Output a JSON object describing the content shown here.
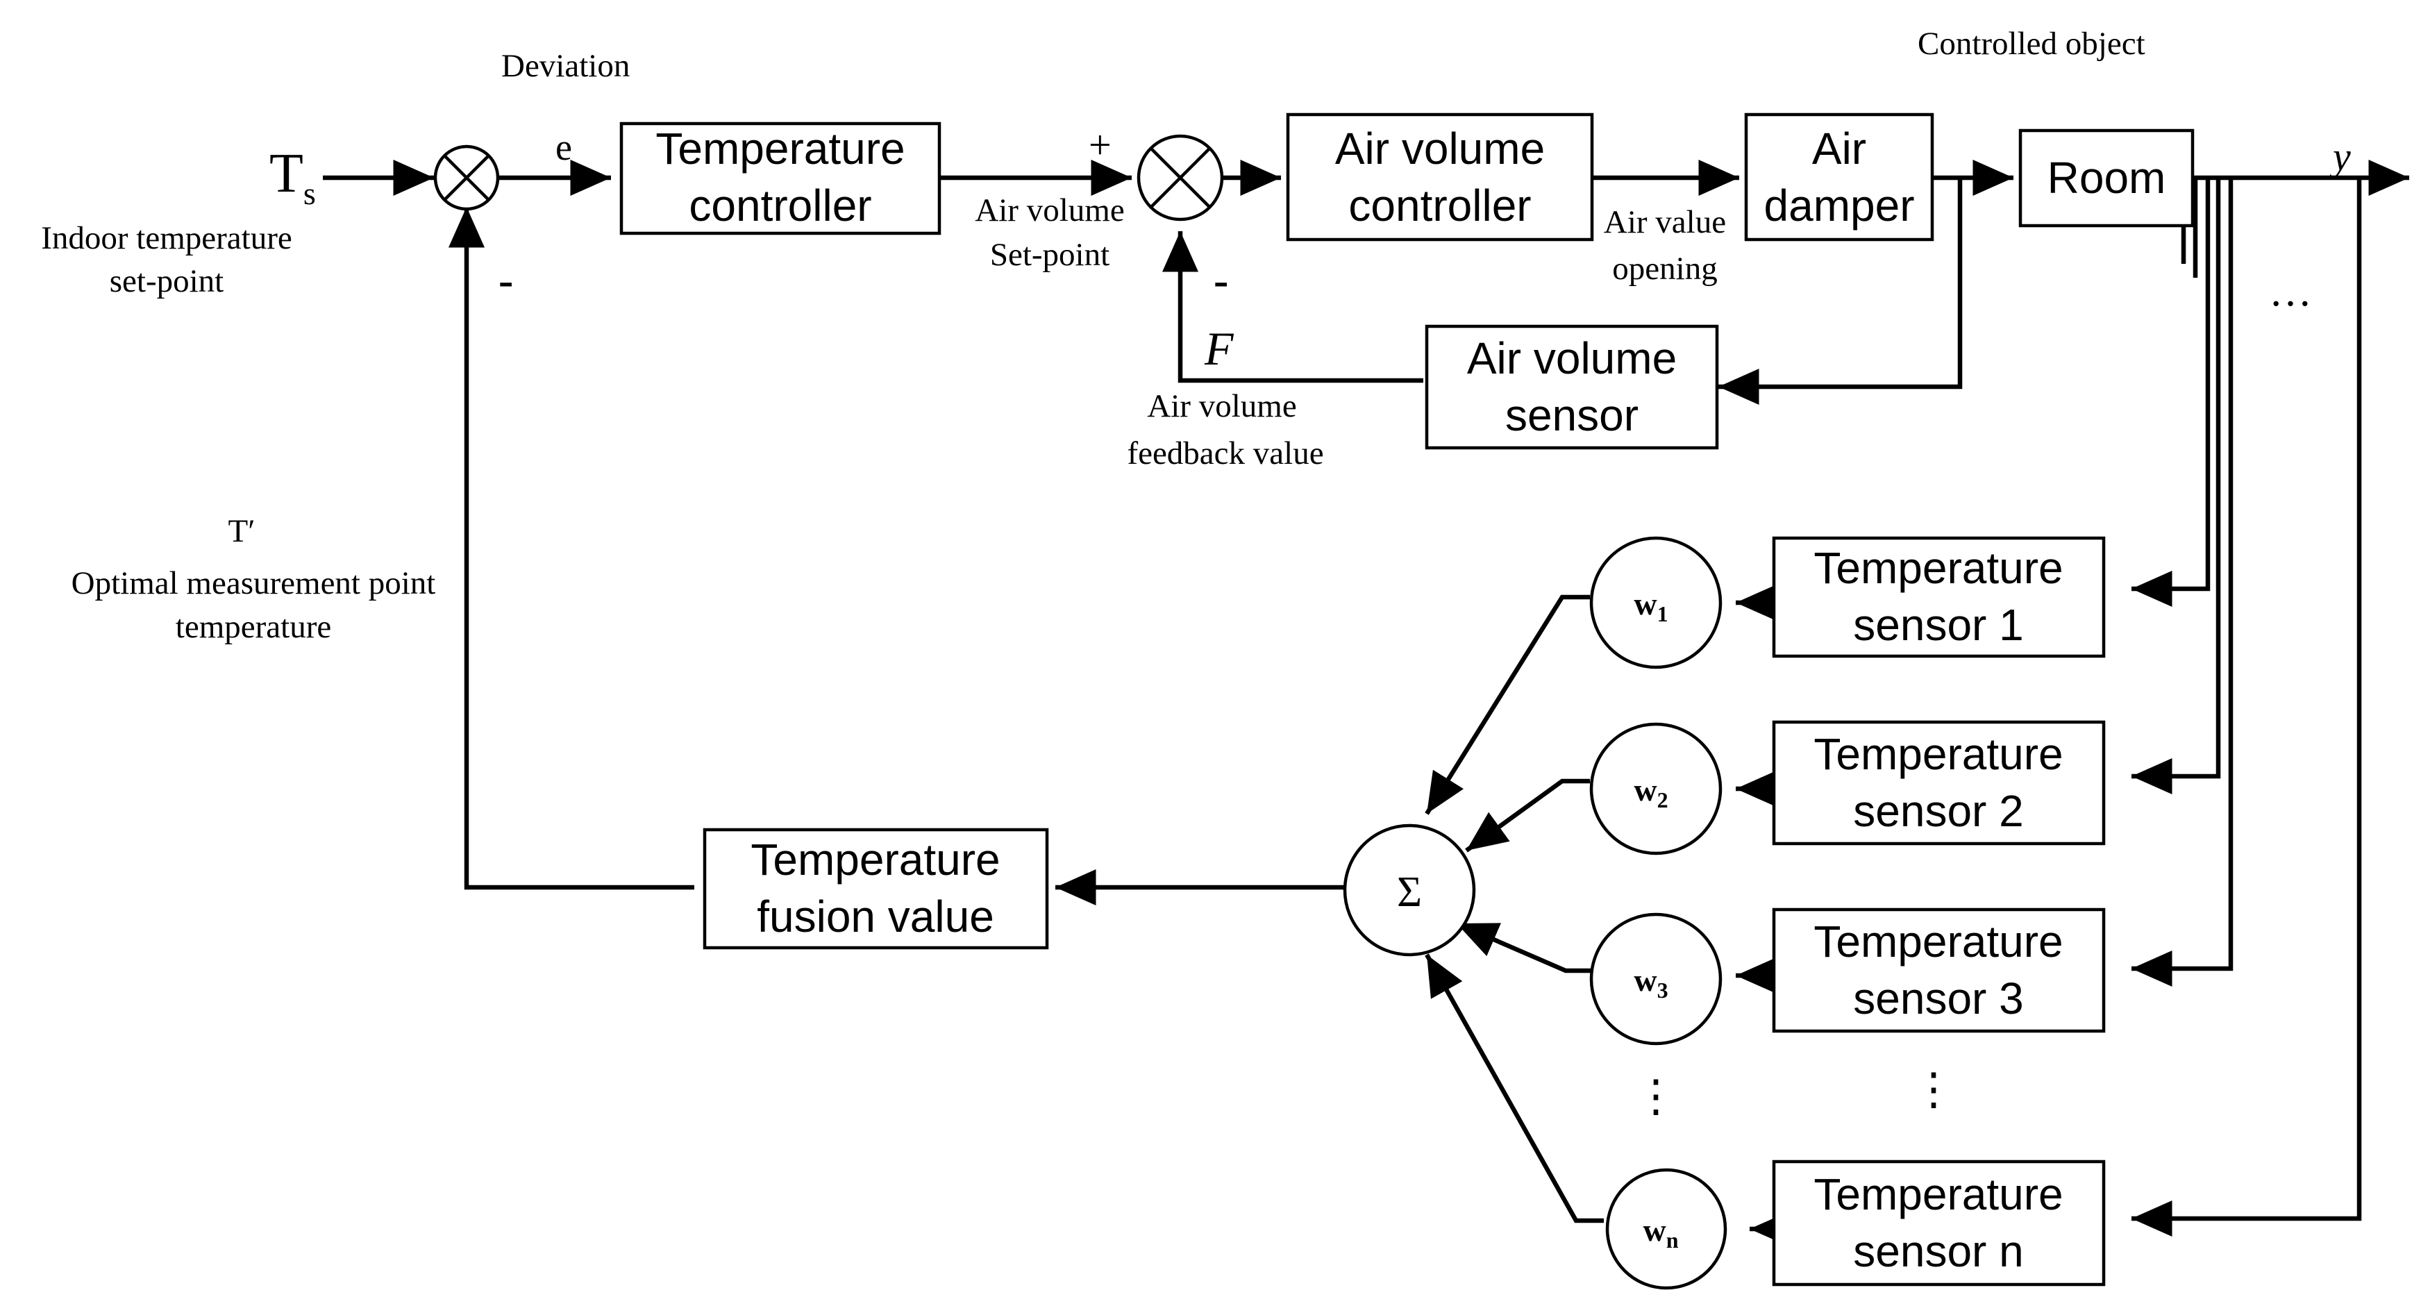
{
  "labels": {
    "deviation": "Deviation",
    "controlled_object": "Controlled object",
    "ts_main": "T",
    "ts_sub": "s",
    "indoor_set_point_1": "Indoor temperature",
    "indoor_set_point_2": "set-point",
    "e": "e",
    "plus": "+",
    "minus_outer": "-",
    "minus_inner": "-",
    "f": "F",
    "y": "y",
    "air_volume_set_point_1": "Air volume",
    "air_volume_set_point_2": "Set-point",
    "air_value_opening_1": "Air value",
    "air_value_opening_2": "opening",
    "air_volume_feedback_1": "Air volume",
    "air_volume_feedback_2": "feedback value",
    "t_prime": "T′",
    "optimal_point_1": "Optimal measurement point",
    "optimal_point_2": "temperature",
    "ellipsis_h": "…",
    "ellipsis_v_weights": "⋮",
    "ellipsis_v_sensors": "⋮"
  },
  "blocks": {
    "temperature_controller": [
      "Temperature",
      "controller"
    ],
    "air_volume_controller": [
      "Air volume",
      "controller"
    ],
    "air_damper": [
      "Air",
      "damper"
    ],
    "room": "Room",
    "air_volume_sensor": [
      "Air volume",
      "sensor"
    ],
    "temperature_fusion": [
      "Temperature",
      "fusion value"
    ],
    "sensor_1": [
      "Temperature",
      "sensor 1"
    ],
    "sensor_2": [
      "Temperature",
      "sensor 2"
    ],
    "sensor_3": [
      "Temperature",
      "sensor 3"
    ],
    "sensor_n": [
      "Temperature",
      "sensor n"
    ]
  },
  "nodes": {
    "sum": "Σ",
    "w1": {
      "main": "w",
      "sub": "1"
    },
    "w2": {
      "main": "w",
      "sub": "2"
    },
    "w3": {
      "main": "w",
      "sub": "3"
    },
    "wn": {
      "main": "w",
      "sub": "n"
    }
  }
}
